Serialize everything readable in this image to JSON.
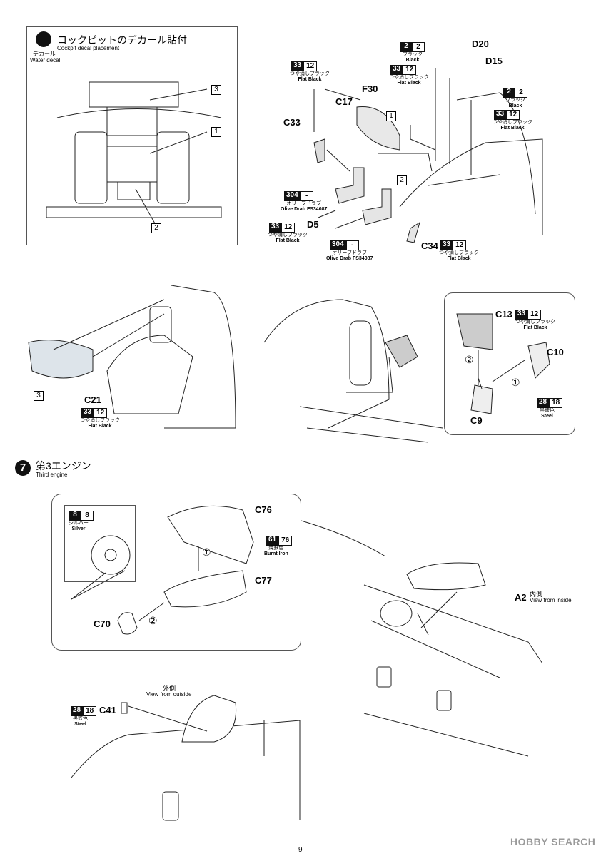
{
  "cockpit_decal": {
    "title_jp": "コックピットのデカール貼付",
    "title_en": "Cockpit decal placement",
    "decal_jp": "デカール",
    "decal_en": "Water decal",
    "markers": [
      "3",
      "1",
      "2"
    ]
  },
  "parts": {
    "d20": "D20",
    "d15": "D15",
    "f30": "F30",
    "c17": "C17",
    "c33": "C33",
    "d5": "D5",
    "c34": "C34",
    "c21": "C21",
    "c13": "C13",
    "c10": "C10",
    "c9": "C9",
    "c76": "C76",
    "c77": "C77",
    "c70": "C70",
    "a2": "A2",
    "c41": "C41"
  },
  "colors": {
    "black2": {
      "code": "2",
      "num": "2",
      "jp": "ブラック",
      "en": "Black"
    },
    "flatblack": {
      "code": "33",
      "num": "12",
      "jp": "つや消しブラック",
      "en": "Flat Black"
    },
    "olive": {
      "code": "304",
      "num": "-",
      "jp": "オリーブドラブ",
      "en": "Olive Drab FS34087"
    },
    "steel": {
      "code": "28",
      "num": "18",
      "jp": "黒鉄色",
      "en": "Steel"
    },
    "silver": {
      "code": "8",
      "num": "8",
      "jp": "シルバー",
      "en": "Silver"
    },
    "burnt": {
      "code": "61",
      "num": "76",
      "jp": "焼鉄色",
      "en": "Burnt Iron"
    }
  },
  "step_markers": {
    "one": "①",
    "two": "②"
  },
  "cockpit_markers": {
    "m1": "1",
    "m2": "2",
    "m3": "3"
  },
  "engine": {
    "step": "7",
    "title_jp": "第3エンジン",
    "title_en": "Third engine",
    "inside_jp": "内側",
    "inside_en": "View from inside",
    "outside_jp": "外側",
    "outside_en": "View from outside"
  },
  "footer": {
    "page": "9",
    "watermark": "HOBBY SEARCH"
  }
}
